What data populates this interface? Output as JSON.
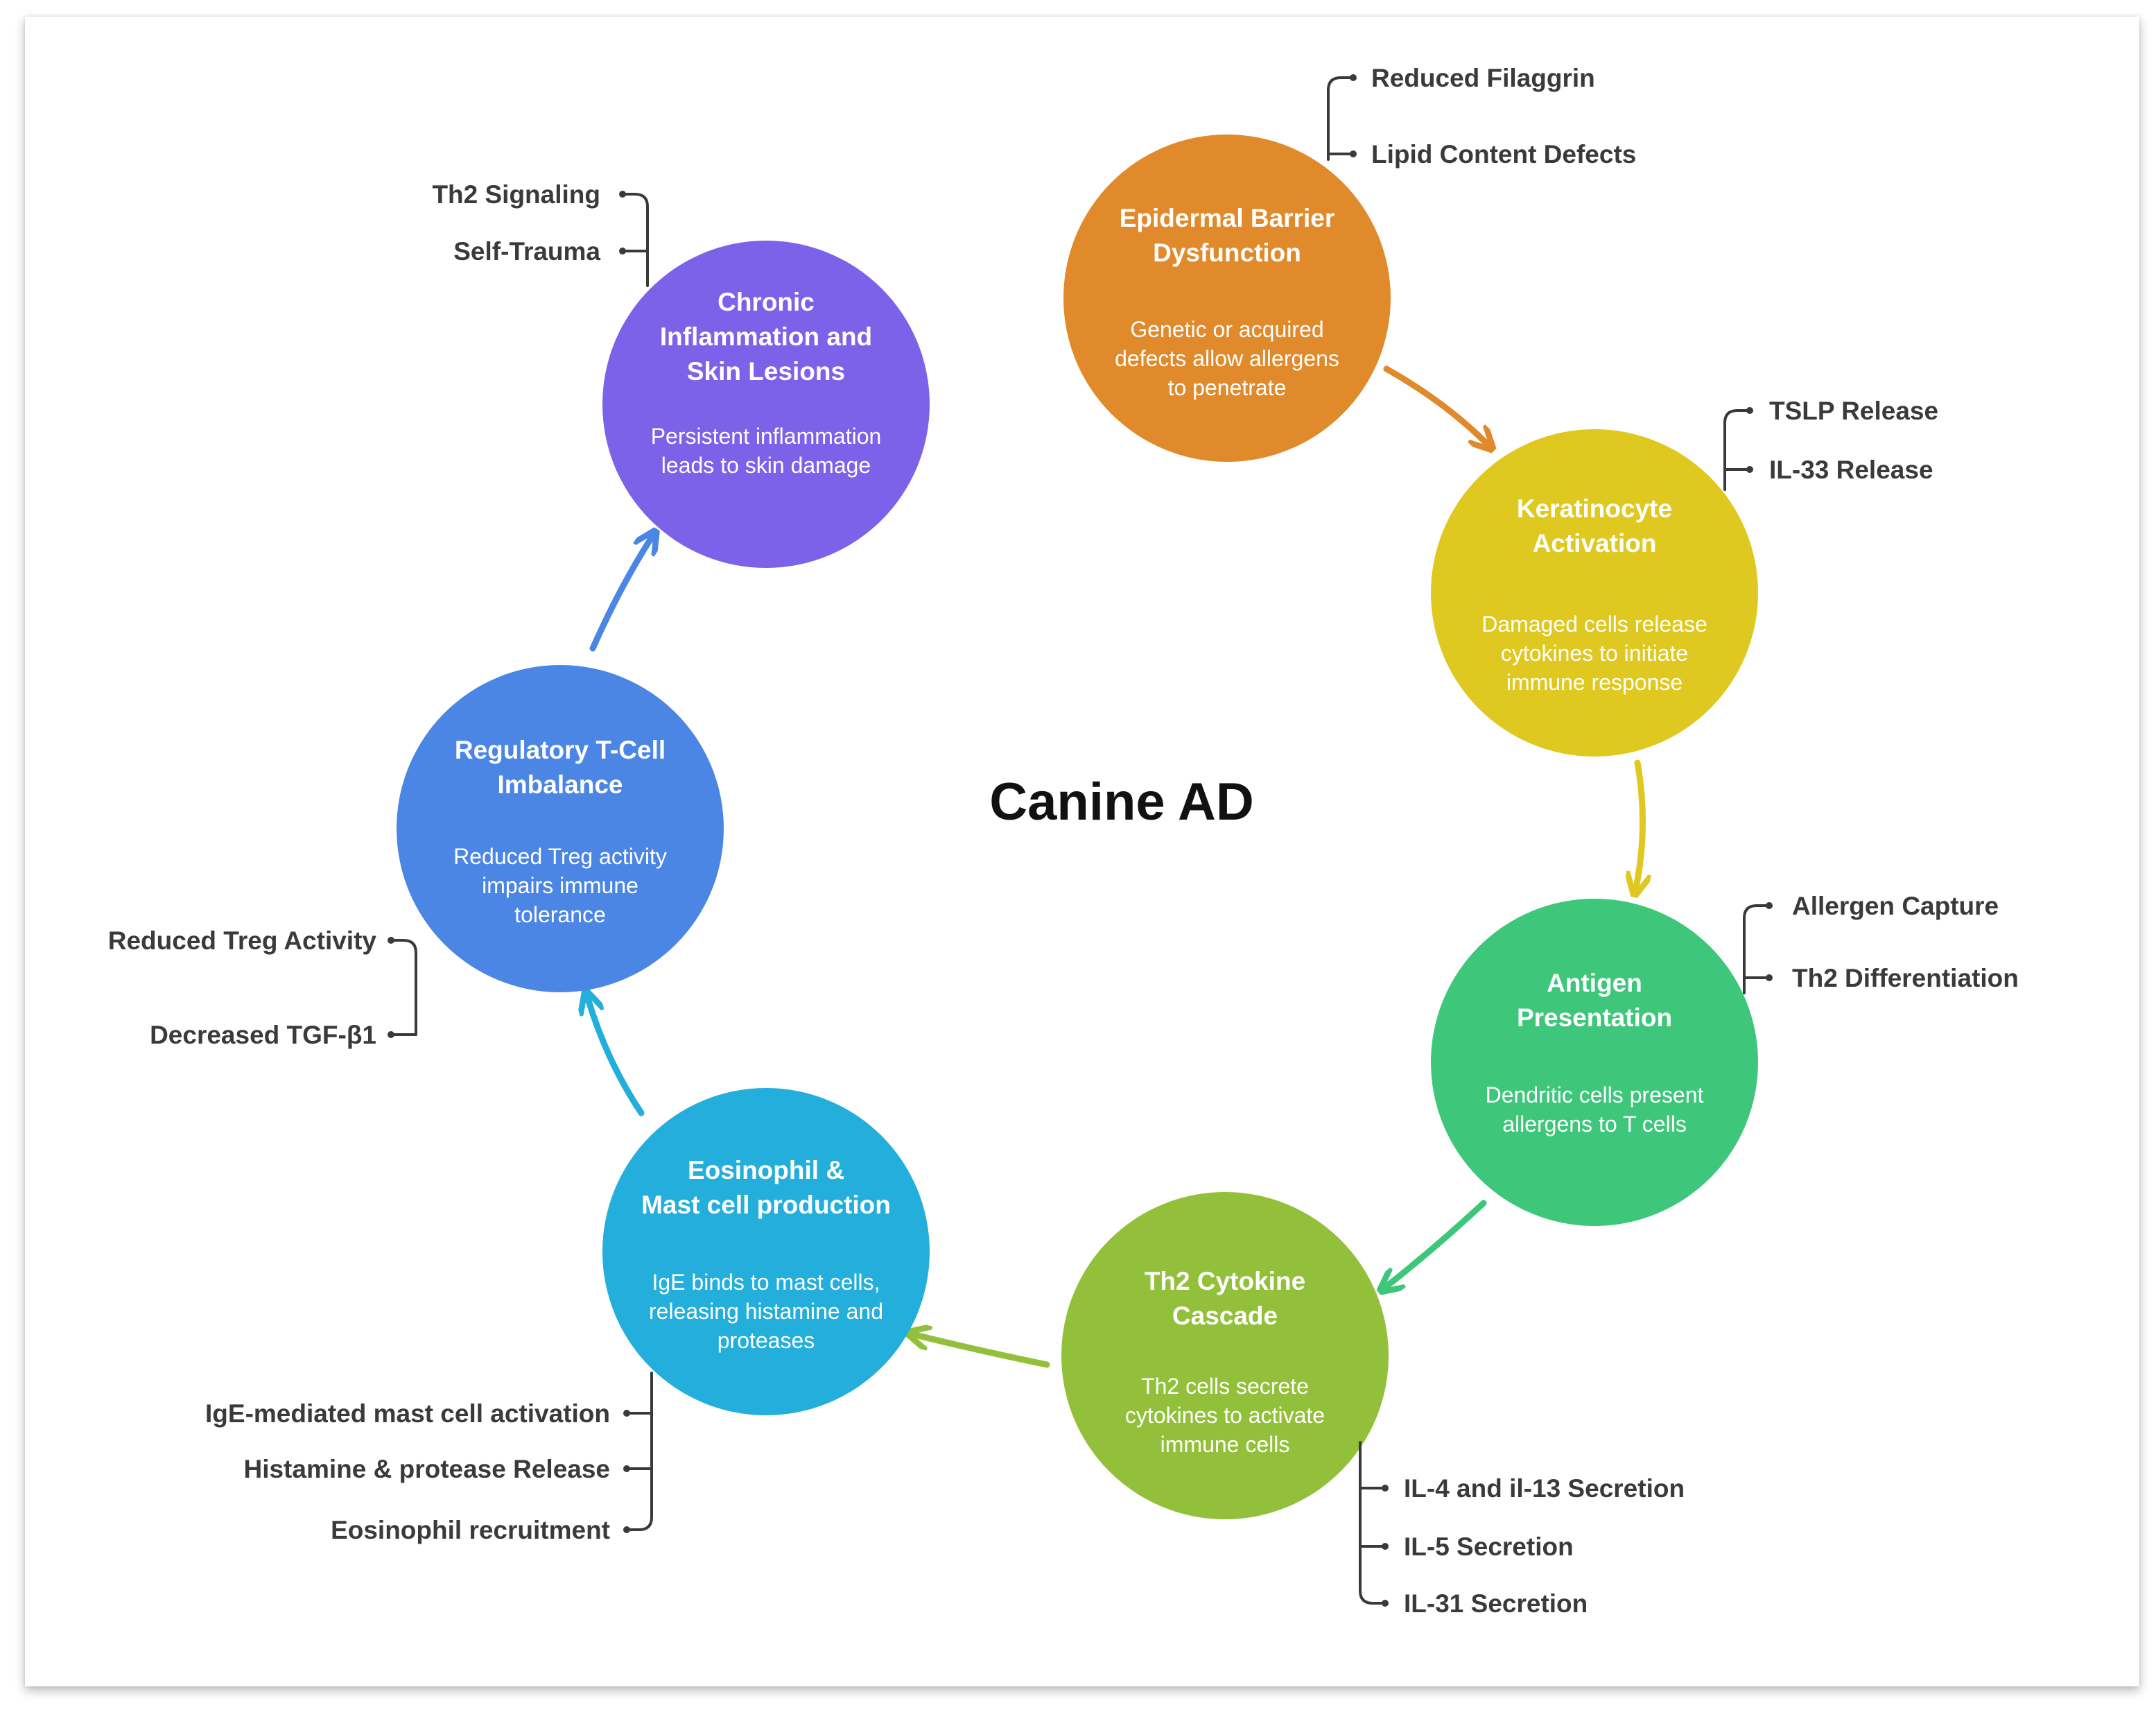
{
  "center_title": "Canine AD",
  "stages": [
    {
      "id": "epidermal",
      "title": [
        "Epidermal Barrier",
        "Dysfunction"
      ],
      "desc": [
        "Genetic or acquired",
        "defects allow allergens",
        "to penetrate"
      ],
      "color": "#e08a2c",
      "branches": [
        "Reduced Filaggrin",
        "Lipid Content Defects"
      ]
    },
    {
      "id": "keratinocyte",
      "title": [
        "Keratinocyte",
        "Activation"
      ],
      "desc": [
        "Damaged cells release",
        "cytokines to initiate",
        "immune response"
      ],
      "color": "#dfc81f",
      "branches": [
        "TSLP Release",
        "IL-33 Release"
      ]
    },
    {
      "id": "antigen",
      "title": [
        "Antigen",
        "Presentation"
      ],
      "desc": [
        "Dendritic cells present",
        "allergens to T cells"
      ],
      "color": "#3ec77b",
      "branches": [
        "Allergen Capture",
        "Th2 Differentiation"
      ]
    },
    {
      "id": "th2",
      "title": [
        "Th2 Cytokine",
        "Cascade"
      ],
      "desc": [
        "Th2 cells secrete",
        "cytokines to activate",
        "immune cells"
      ],
      "color": "#92c03a",
      "branches": [
        "IL-4 and il-13 Secretion",
        "IL-5 Secretion",
        "IL-31 Secretion"
      ]
    },
    {
      "id": "eosinophil",
      "title": [
        "Eosinophil  &",
        "Mast cell production"
      ],
      "desc": [
        "IgE binds to mast cells,",
        "releasing histamine and",
        "proteases"
      ],
      "color": "#23aedc",
      "branches": [
        "IgE-mediated mast cell activation",
        "Histamine & protease Release",
        "Eosinophil recruitment"
      ]
    },
    {
      "id": "treg",
      "title": [
        "Regulatory T-Cell",
        "Imbalance"
      ],
      "desc": [
        "Reduced Treg activity",
        "impairs immune",
        "tolerance"
      ],
      "color": "#4b86e5",
      "branches": [
        "Reduced Treg Activity",
        "Decreased TGF-β1"
      ]
    },
    {
      "id": "chronic",
      "title": [
        "Chronic",
        "Inflammation and",
        "Skin Lesions"
      ],
      "desc": [
        "Persistent inflammation",
        "leads to skin damage"
      ],
      "color": "#7b62e8",
      "branches": [
        "Th2 Signaling",
        "Self-Trauma"
      ]
    }
  ],
  "arrow_colors": [
    "#e08a2c",
    "#dfc81f",
    "#3ec77b",
    "#92c03a",
    "#23aedc",
    "#4b86e5"
  ]
}
